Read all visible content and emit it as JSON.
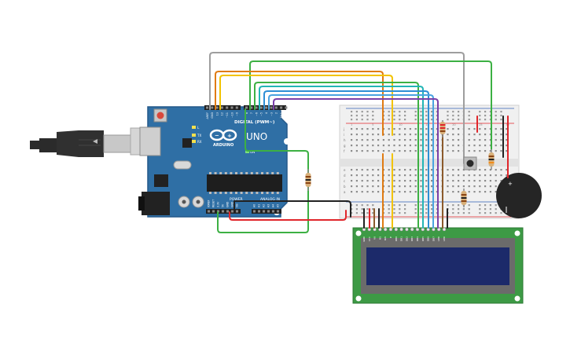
{
  "arduino": {
    "logo_text": "ARDUINO",
    "model": "UNO",
    "digital_label": "DIGITAL (PWM~)",
    "power_label": "POWER",
    "analog_label": "ANALOG IN",
    "tx_label": "TX",
    "rx_label": "RX",
    "l_label": "L",
    "on_label": "ON",
    "digital_pins": [
      "AREF",
      "GND",
      "13",
      "12",
      "~11",
      "~10",
      "~9",
      "8",
      "7",
      "~6",
      "~5",
      "4",
      "~3",
      "2",
      "TX 1",
      "RX 0"
    ],
    "power_pins": [
      "IOREF",
      "RESET",
      "3.3V",
      "5V",
      "GND",
      "GND",
      "Vin"
    ],
    "analog_pins": [
      "A0",
      "A1",
      "A2",
      "A3",
      "A4",
      "A5"
    ]
  },
  "breadboard": {
    "row_letters_top": [
      "j",
      "i",
      "h",
      "g",
      "f"
    ],
    "row_letters_bottom": [
      "e",
      "d",
      "c",
      "b",
      "a"
    ],
    "col_labels": [
      "1",
      "5",
      "10",
      "15",
      "20",
      "25",
      "30"
    ]
  },
  "lcd": {
    "pin_labels": [
      "GND",
      "VCC",
      "V0",
      "RS",
      "RW",
      "E",
      "DB0",
      "DB1",
      "DB2",
      "DB3",
      "DB4",
      "DB5",
      "DB6",
      "DB7",
      "LED",
      "LED"
    ]
  },
  "buzzer": {
    "plus": "+"
  },
  "colors": {
    "arduino_blue": "#2f6fa5",
    "wire_gray": "#9e9e9e",
    "wire_orange": "#e07b12",
    "wire_yellow": "#f2c300",
    "wire_green": "#3cb043",
    "wire_teal": "#22b5b5",
    "wire_blue": "#2d8fd5",
    "wire_purple": "#7b3fa8",
    "wire_red": "#e0262b",
    "wire_black": "#222222",
    "wire_brown": "#8b5a2b",
    "lcd_board": "#3d9a45",
    "lcd_screen": "#1c2a6a"
  }
}
